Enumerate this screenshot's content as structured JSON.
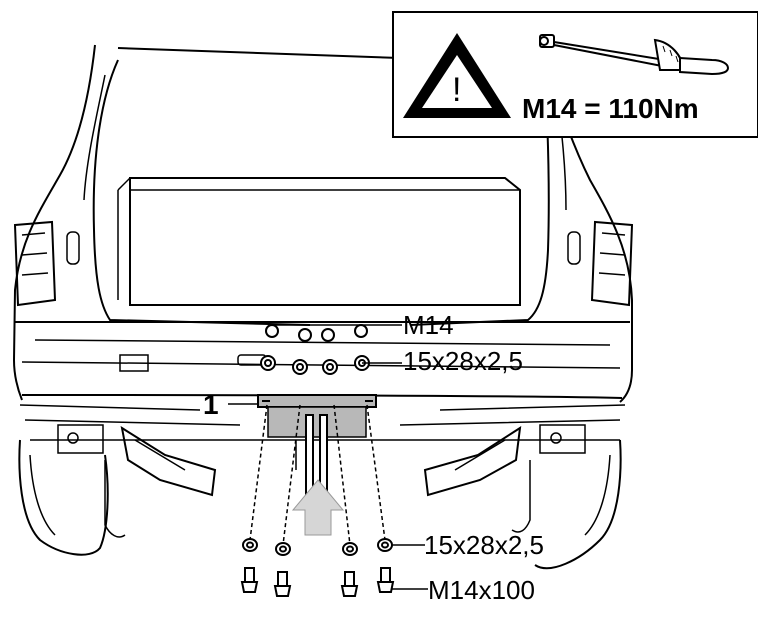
{
  "warning_box": {
    "icon_symbol": "!",
    "torque_spec": "M14 = 110Nm",
    "icon_name": "warning-triangle-icon",
    "tool_icon_name": "torque-wrench-icon"
  },
  "callouts": {
    "bolt_upper": "M14",
    "washer_upper": "15x28x2,5",
    "washer_lower": "15x28x2,5",
    "bolt_lower": "M14x100"
  },
  "part_number": "1",
  "direction_arrow": "up-arrow",
  "colors": {
    "line": "#000000",
    "part_fill": "#b8b8b8",
    "arrow_fill": "#d6d6d6",
    "background": "#ffffff"
  }
}
